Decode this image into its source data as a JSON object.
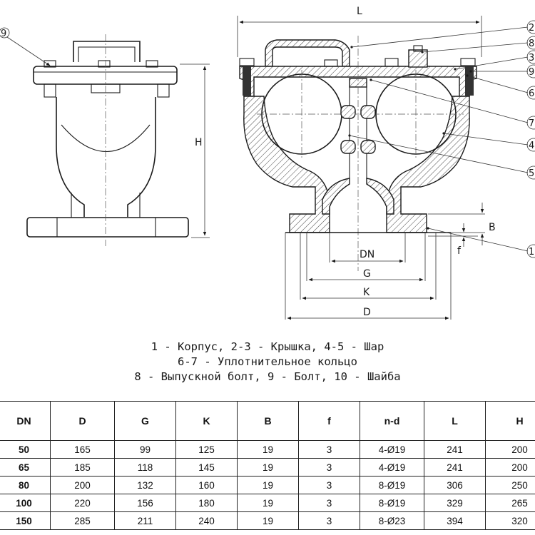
{
  "drawing": {
    "dimensions": {
      "L": "L",
      "H": "H",
      "B": "B",
      "f": "f",
      "DN": "DN",
      "G": "G",
      "K": "K",
      "D": "D"
    },
    "callouts": [
      "1",
      "2",
      "3",
      "4",
      "5",
      "6",
      "7",
      "8",
      "9"
    ],
    "callout_partial_left": "9"
  },
  "legend": {
    "line1": "1 - Корпус, 2-3 - Крышка, 4-5 - Шар",
    "line2": "6-7 - Уплотнительное кольцо",
    "line3": "8 - Выпускной болт, 9 - Болт, 10 - Шайба"
  },
  "table": {
    "headers": [
      "DN",
      "D",
      "G",
      "K",
      "B",
      "f",
      "n-d",
      "L",
      "H"
    ],
    "rows": [
      [
        "50",
        "165",
        "99",
        "125",
        "19",
        "3",
        "4-Ø19",
        "241",
        "200"
      ],
      [
        "65",
        "185",
        "118",
        "145",
        "19",
        "3",
        "4-Ø19",
        "241",
        "200"
      ],
      [
        "80",
        "200",
        "132",
        "160",
        "19",
        "3",
        "8-Ø19",
        "306",
        "250"
      ],
      [
        "100",
        "220",
        "156",
        "180",
        "19",
        "3",
        "8-Ø19",
        "329",
        "265"
      ],
      [
        "150",
        "285",
        "211",
        "240",
        "19",
        "3",
        "8-Ø23",
        "394",
        "320"
      ]
    ]
  }
}
